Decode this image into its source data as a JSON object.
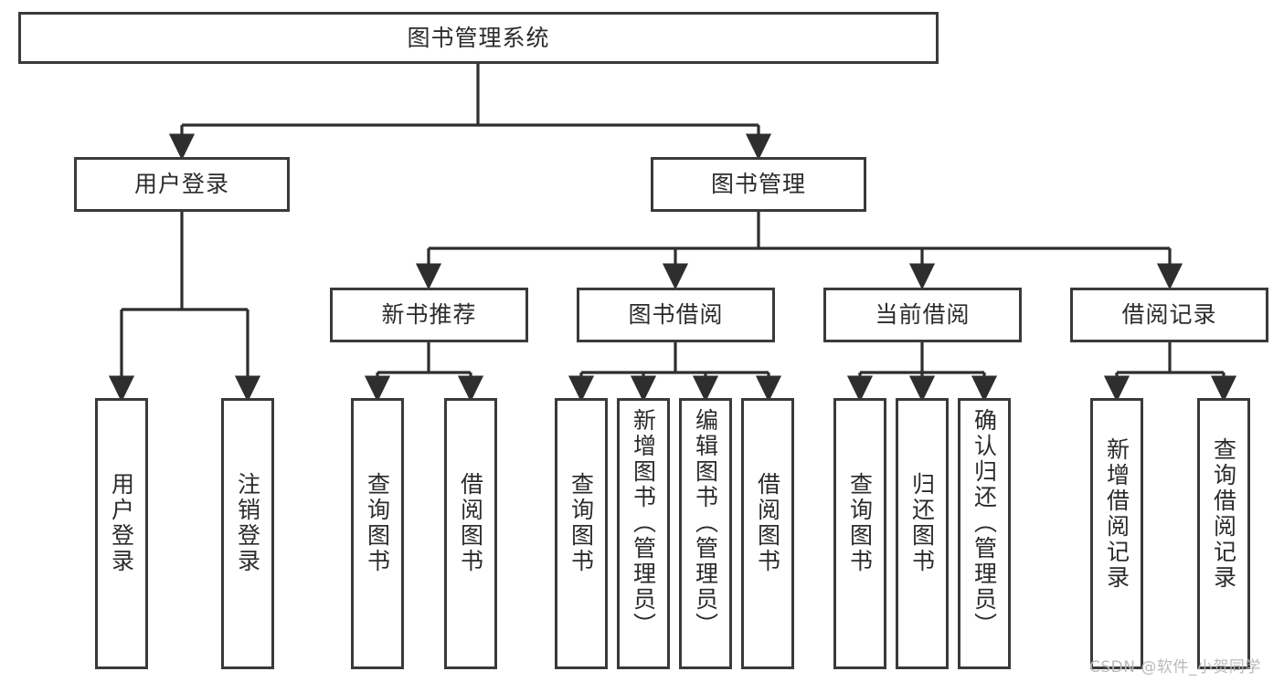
{
  "diagram": {
    "title": "图书管理系统",
    "type": "tree-hierarchy-diagram",
    "orientation": "top-down",
    "colors": {
      "box_border": "#3a3a3a",
      "box_fill": "#ffffff",
      "edge": "#2e2e2e",
      "text": "#2b2b2b",
      "watermark": "#b9b9b9",
      "background": "#ffffff"
    },
    "nodes": {
      "root": {
        "label": "图书管理系统",
        "level": 1
      },
      "level2": [
        {
          "id": "user-login",
          "label": "用户登录"
        },
        {
          "id": "book-manage",
          "label": "图书管理"
        }
      ],
      "level3": [
        {
          "id": "new-book-recommend",
          "label": "新书推荐",
          "parent": "book-manage"
        },
        {
          "id": "book-borrow",
          "label": "图书借阅",
          "parent": "book-manage"
        },
        {
          "id": "current-borrow",
          "label": "当前借阅",
          "parent": "book-manage"
        },
        {
          "id": "borrow-record",
          "label": "借阅记录",
          "parent": "book-manage"
        }
      ],
      "leaves": [
        {
          "id": "leaf-user-login",
          "label": "用户登录",
          "parent": "user-login"
        },
        {
          "id": "leaf-logout",
          "label": "注销登录",
          "parent": "user-login"
        },
        {
          "id": "leaf-query-book-1",
          "label": "查询图书",
          "parent": "new-book-recommend"
        },
        {
          "id": "leaf-borrow-book-1",
          "label": "借阅图书",
          "parent": "new-book-recommend"
        },
        {
          "id": "leaf-query-book-2",
          "label": "查询图书",
          "parent": "book-borrow"
        },
        {
          "id": "leaf-add-book",
          "label": "新增图书（管理员）",
          "parent": "book-borrow"
        },
        {
          "id": "leaf-edit-book",
          "label": "编辑图书（管理员）",
          "parent": "book-borrow"
        },
        {
          "id": "leaf-borrow-book-2",
          "label": "借阅图书",
          "parent": "book-borrow"
        },
        {
          "id": "leaf-query-book-3",
          "label": "查询图书",
          "parent": "current-borrow"
        },
        {
          "id": "leaf-return-book",
          "label": "归还图书",
          "parent": "current-borrow"
        },
        {
          "id": "leaf-confirm-return",
          "label": "确认归还（管理员）",
          "parent": "current-borrow"
        },
        {
          "id": "leaf-add-record",
          "label": "新增借阅记录",
          "parent": "borrow-record"
        },
        {
          "id": "leaf-query-record",
          "label": "查询借阅记录",
          "parent": "borrow-record"
        }
      ]
    }
  },
  "watermark": {
    "text": "CSDN @软件_小贺同学"
  }
}
